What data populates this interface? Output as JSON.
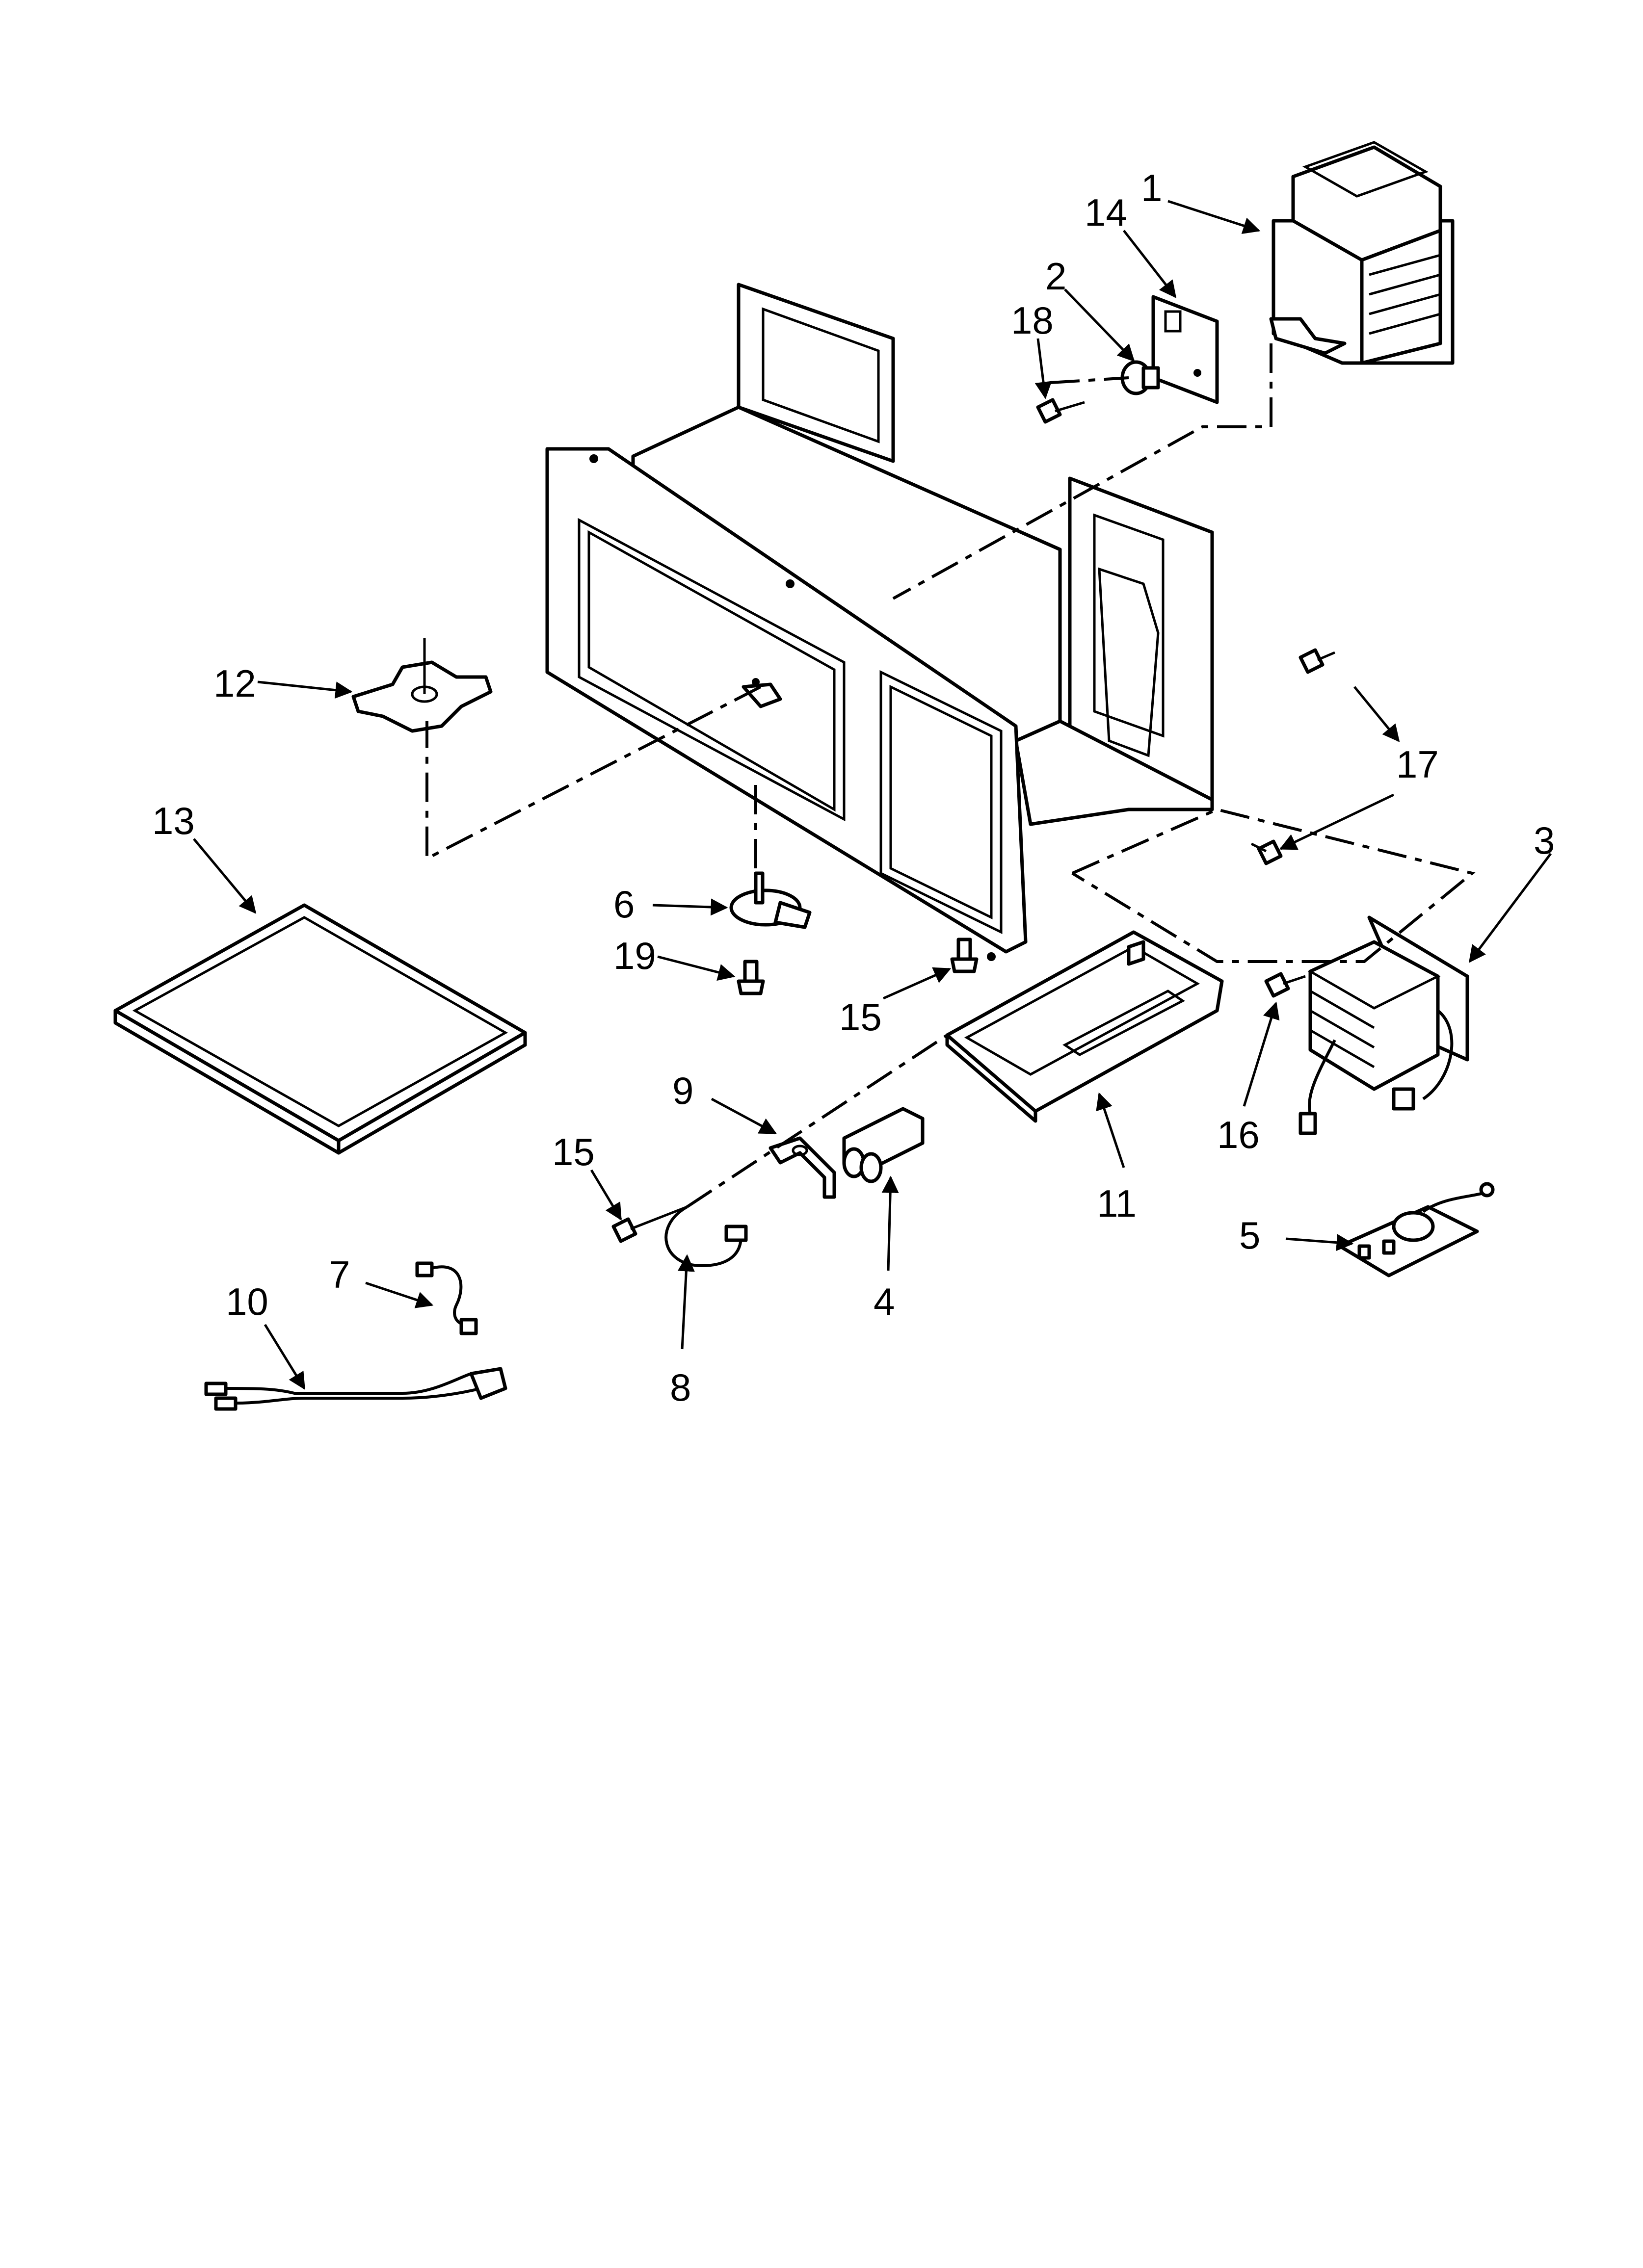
{
  "callouts": [
    {
      "id": "c1",
      "label": "1"
    },
    {
      "id": "c2",
      "label": "2"
    },
    {
      "id": "c3",
      "label": "3"
    },
    {
      "id": "c4",
      "label": "4"
    },
    {
      "id": "c5",
      "label": "5"
    },
    {
      "id": "c6",
      "label": "6"
    },
    {
      "id": "c7",
      "label": "7"
    },
    {
      "id": "c8",
      "label": "8"
    },
    {
      "id": "c9",
      "label": "9"
    },
    {
      "id": "c10",
      "label": "10"
    },
    {
      "id": "c11",
      "label": "11"
    },
    {
      "id": "c12",
      "label": "12"
    },
    {
      "id": "c13",
      "label": "13"
    },
    {
      "id": "c14",
      "label": "14"
    },
    {
      "id": "c15a",
      "label": "15"
    },
    {
      "id": "c15b",
      "label": "15"
    },
    {
      "id": "c16",
      "label": "16"
    },
    {
      "id": "c17",
      "label": "17"
    },
    {
      "id": "c18",
      "label": "18"
    },
    {
      "id": "c19",
      "label": "19"
    }
  ]
}
